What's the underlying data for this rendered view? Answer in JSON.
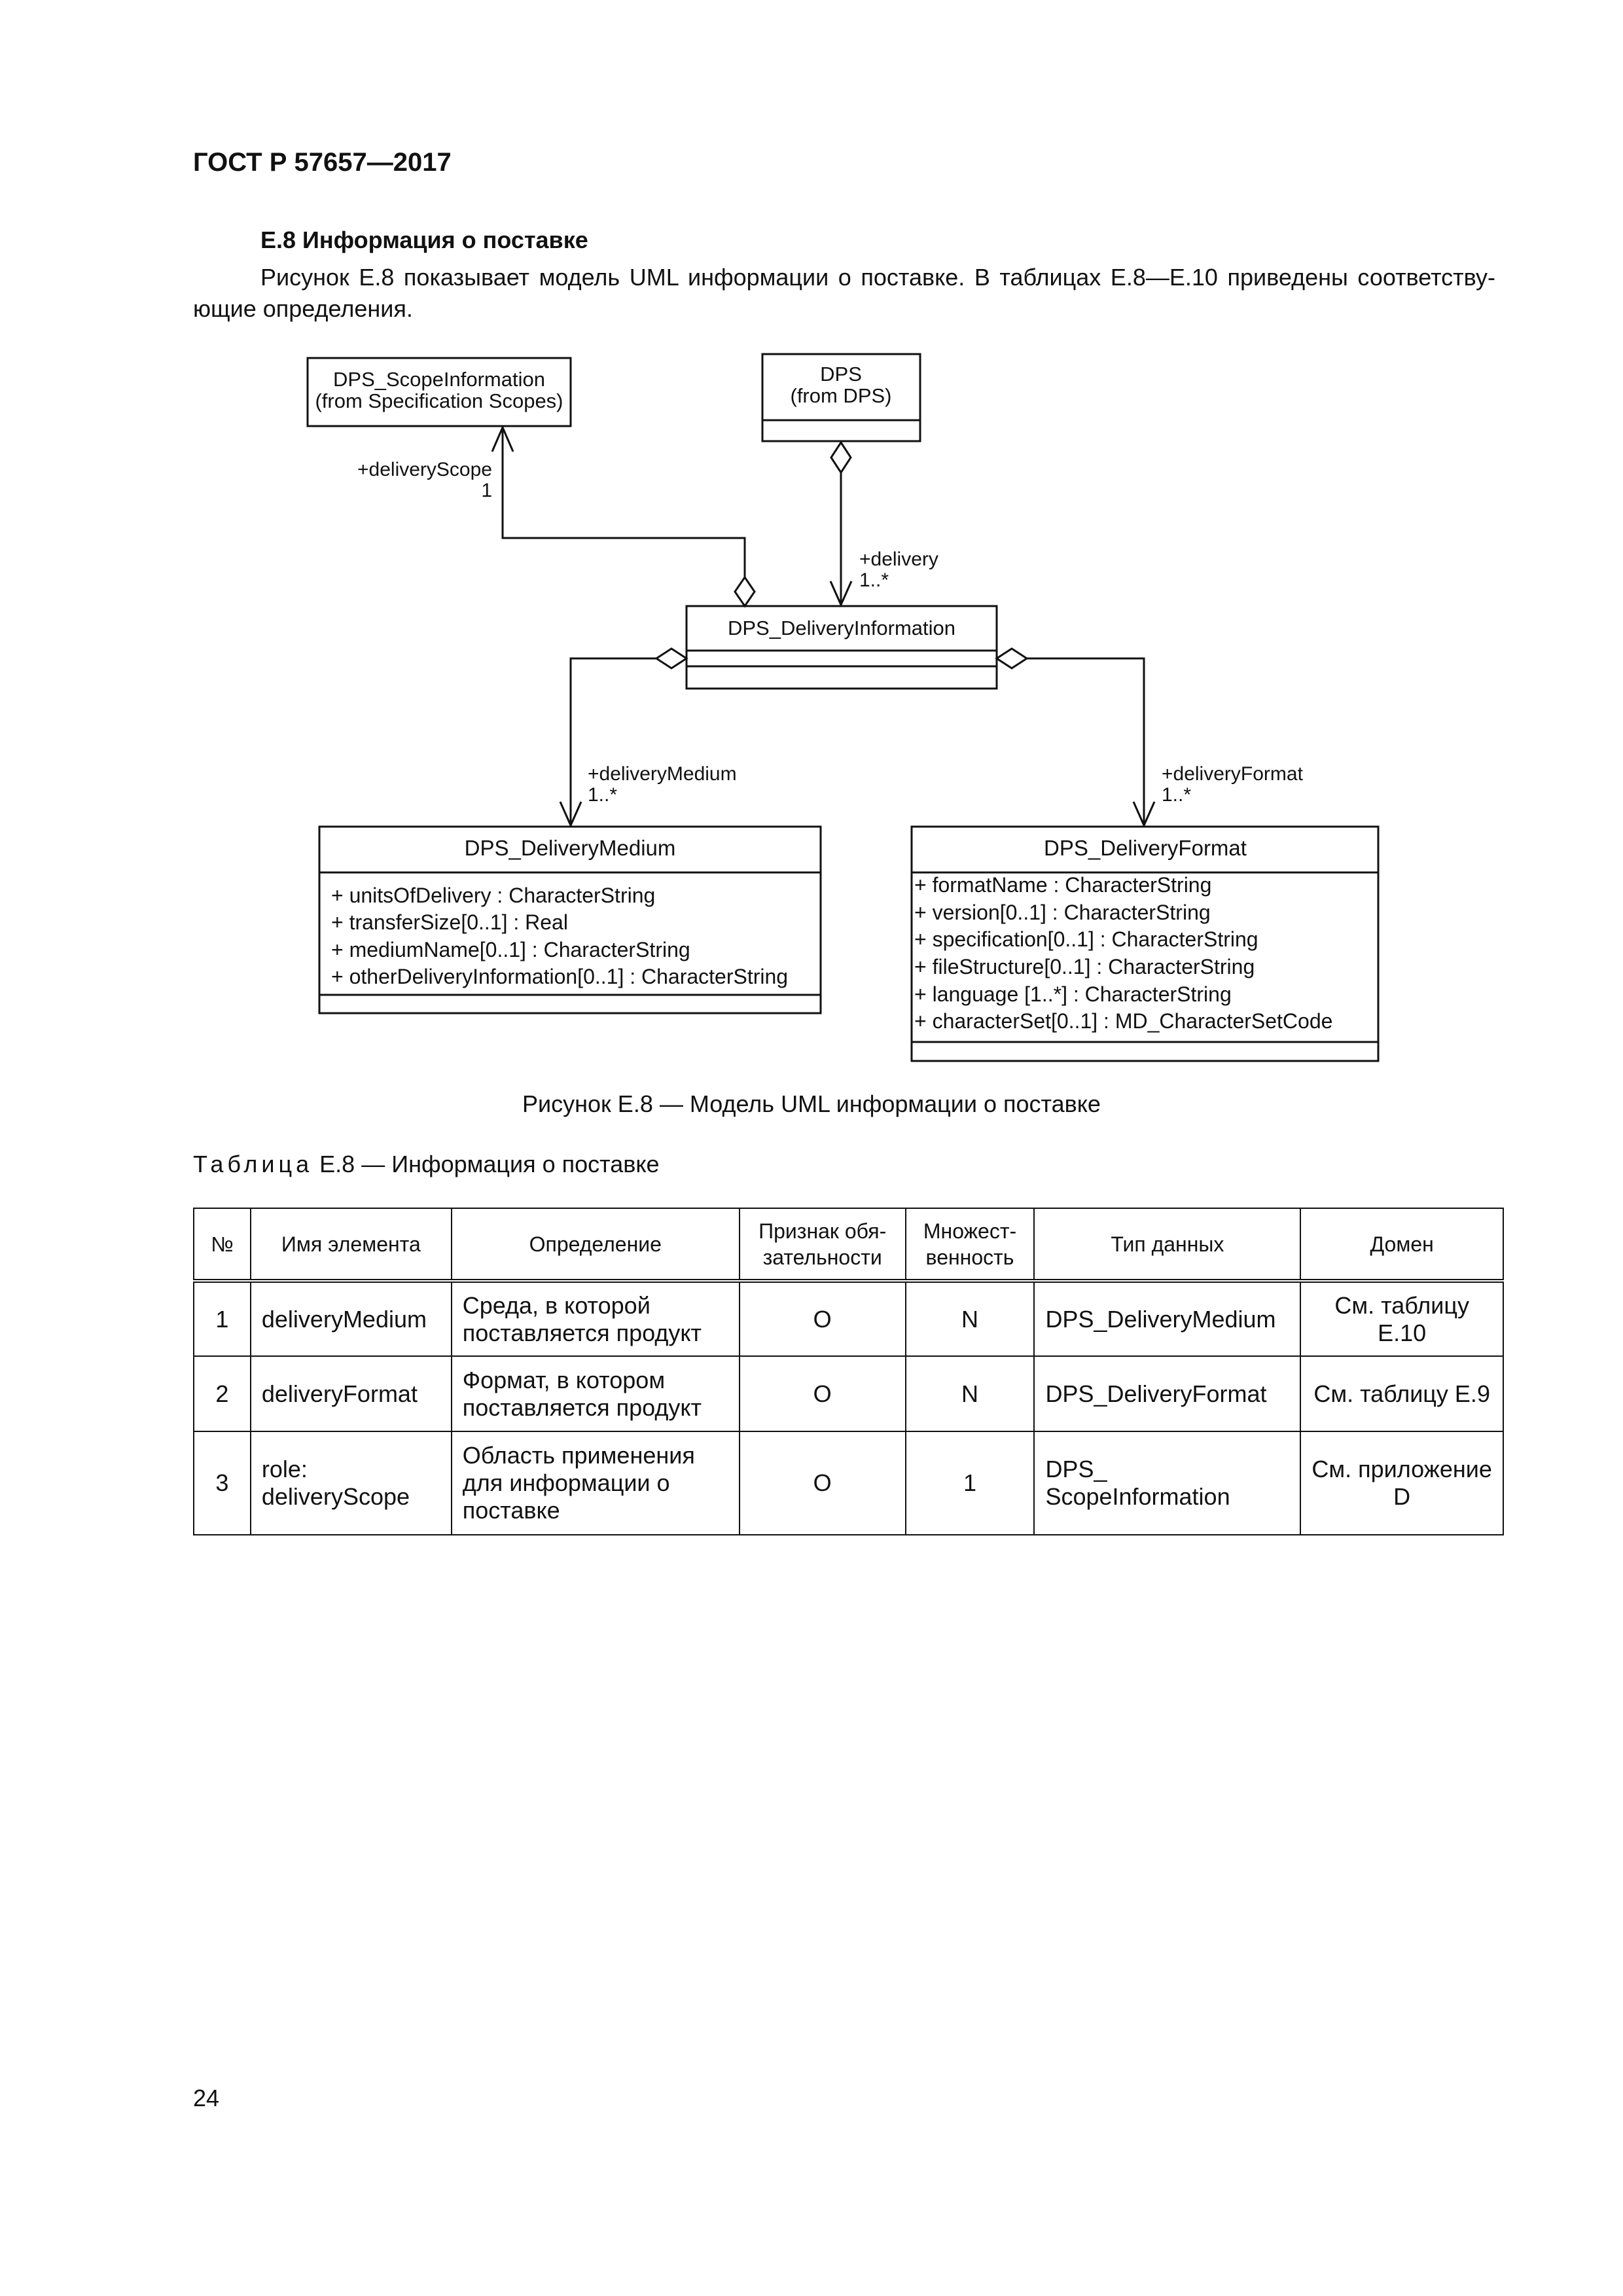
{
  "header": {
    "title": "ГОСТ Р 57657—2017"
  },
  "section": {
    "title": "E.8 Информация о поставке",
    "intro": "Рисунок E.8 показывает модель UML информации о поставке. В таблицах E.8—E.10 приведены соответству-ющие определения."
  },
  "diagram": {
    "classes": {
      "scope": {
        "name": "DPS_ScopeInformation",
        "origin": "(from Specification Scopes)"
      },
      "dps": {
        "name": "DPS",
        "origin": "(from DPS)"
      },
      "delivery_info": {
        "name": "DPS_DeliveryInformation"
      },
      "medium": {
        "name": "DPS_DeliveryMedium",
        "attributes": [
          "+ unitsOfDelivery : CharacterString",
          "+ transferSize[0..1] : Real",
          "+ mediumName[0..1] : CharacterString",
          "+ otherDeliveryInformation[0..1] : CharacterString"
        ]
      },
      "format": {
        "name": "DPS_DeliveryFormat",
        "attributes": [
          "+ formatName : CharacterString",
          "+ version[0..1] : CharacterString",
          "+ specification[0..1] : CharacterString",
          "+ fileStructure[0..1] : CharacterString",
          "+ language [1..*] : CharacterString",
          "+ characterSet[0..1] : MD_CharacterSetCode"
        ]
      }
    },
    "roles": {
      "delivery_scope": {
        "name": "+deliveryScope",
        "mult": "1"
      },
      "delivery": {
        "name": "+delivery",
        "mult": "1..*"
      },
      "delivery_medium": {
        "name": "+deliveryMedium",
        "mult": "1..*"
      },
      "delivery_format": {
        "name": "+deliveryFormat",
        "mult": "1..*"
      }
    }
  },
  "figure_caption": "Рисунок E.8 — Модель UML информации о поставке",
  "table": {
    "caption_word": "Таблица",
    "caption_rest": " E.8 — Информация о поставке",
    "headers": [
      "№",
      "Имя элемента",
      "Определение",
      "Признак обя-зательности",
      "Множест-венность",
      "Тип данных",
      "Домен"
    ],
    "rows": [
      [
        "1",
        "deliveryMedium",
        "Среда, в которой поставляется продукт",
        "O",
        "N",
        "DPS_DeliveryMedium",
        "См. таблицу E.10"
      ],
      [
        "2",
        "deliveryFormat",
        "Формат, в котором поставляется продукт",
        "O",
        "N",
        "DPS_DeliveryFormat",
        "См. таблицу E.9"
      ],
      [
        "3",
        "role: deliveryScope",
        "Область применения для информации о поставке",
        "O",
        "1",
        "DPS_ ScopeInformation",
        "См. приложение D"
      ]
    ]
  },
  "page_number": "24"
}
